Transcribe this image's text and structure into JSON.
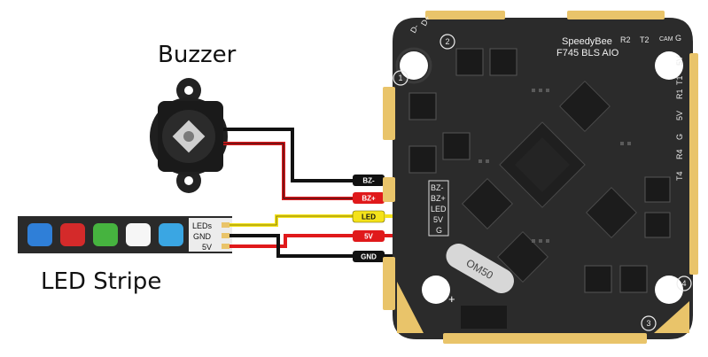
{
  "labels": {
    "buzzer": "Buzzer",
    "led_stripe": "LED Stripe"
  },
  "strip": {
    "pins": [
      "LEDs",
      "GND",
      "5V"
    ],
    "led_colors": [
      "#2f7fd8",
      "#d42a2a",
      "#46b33f",
      "#f6f6f6",
      "#3aa6e3"
    ]
  },
  "wire_tags": [
    {
      "text": "BZ-",
      "color": "#111111",
      "text_color": "#ffffff"
    },
    {
      "text": "BZ+",
      "color": "#e0191b",
      "text_color": "#ffffff"
    },
    {
      "text": "LED",
      "color": "#f4e21a",
      "text_color": "#111111"
    },
    {
      "text": "5V",
      "color": "#e0191b",
      "text_color": "#ffffff"
    },
    {
      "text": "GND",
      "color": "#111111",
      "text_color": "#ffffff"
    }
  ],
  "board": {
    "brand": "SpeedyBee",
    "model": "F745 BLS AIO",
    "pad_labels": [
      "BZ-",
      "BZ+",
      "LED",
      "5V",
      "G"
    ],
    "top_labels": [
      "D-",
      "D+",
      "R2",
      "T2",
      "CAM",
      "G"
    ],
    "right_labels": [
      "5V",
      "T1",
      "R1",
      "5V",
      "G",
      "R4",
      "T4"
    ],
    "motor_numbers": [
      "1",
      "2",
      "3",
      "4"
    ],
    "capacitor_label": "OM50",
    "plus_mark": "+"
  },
  "colors": {
    "board": "#2b2b2b",
    "pad_gold": "#e9c46a",
    "wire_black": "#111111",
    "wire_red": "#e0191b",
    "wire_yellow": "#f4e21a"
  }
}
